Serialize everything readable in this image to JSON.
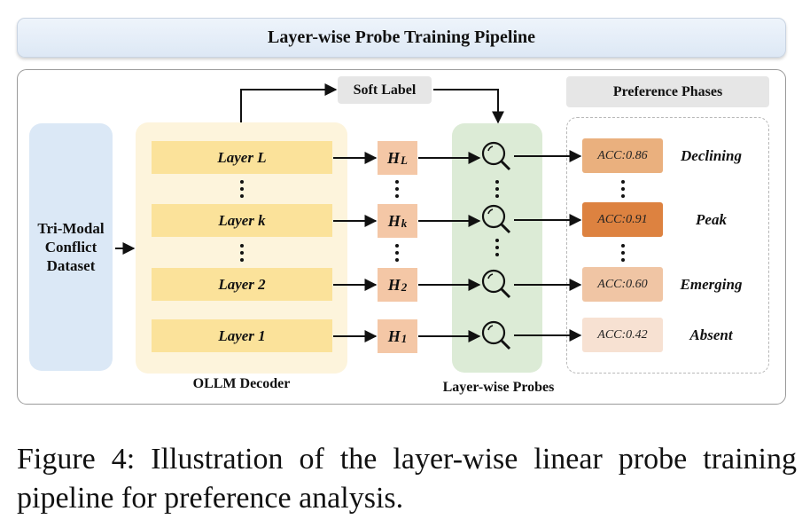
{
  "title": "Layer-wise Probe Training Pipeline",
  "dataset": {
    "lines": [
      "Tri-Modal",
      "Conflict",
      "Dataset"
    ]
  },
  "decoder": {
    "label": "OLLM Decoder",
    "layers": [
      "Layer L",
      "Layer k",
      "Layer 2",
      "Layer 1"
    ]
  },
  "hidden_states": [
    {
      "base": "H",
      "sub": "L"
    },
    {
      "base": "H",
      "sub": "k"
    },
    {
      "base": "H",
      "sub": "2"
    },
    {
      "base": "H",
      "sub": "1"
    }
  ],
  "soft_label": "Soft Label",
  "probes": {
    "label": "Layer-wise Probes",
    "icon": "magnifier-icon"
  },
  "phases": {
    "header": "Preference Phases",
    "items": [
      {
        "acc": "ACC:0.86",
        "phase": "Declining",
        "color": "#eab07e"
      },
      {
        "acc": "ACC:0.91",
        "phase": "Peak",
        "color": "#dd8240"
      },
      {
        "acc": "ACC:0.60",
        "phase": "Emerging",
        "color": "#f0c5a4"
      },
      {
        "acc": "ACC:0.42",
        "phase": "Absent",
        "color": "#f7e1d2"
      }
    ]
  },
  "caption": "Figure 4: Illustration of the layer-wise linear probe training pipeline for preference analysis."
}
